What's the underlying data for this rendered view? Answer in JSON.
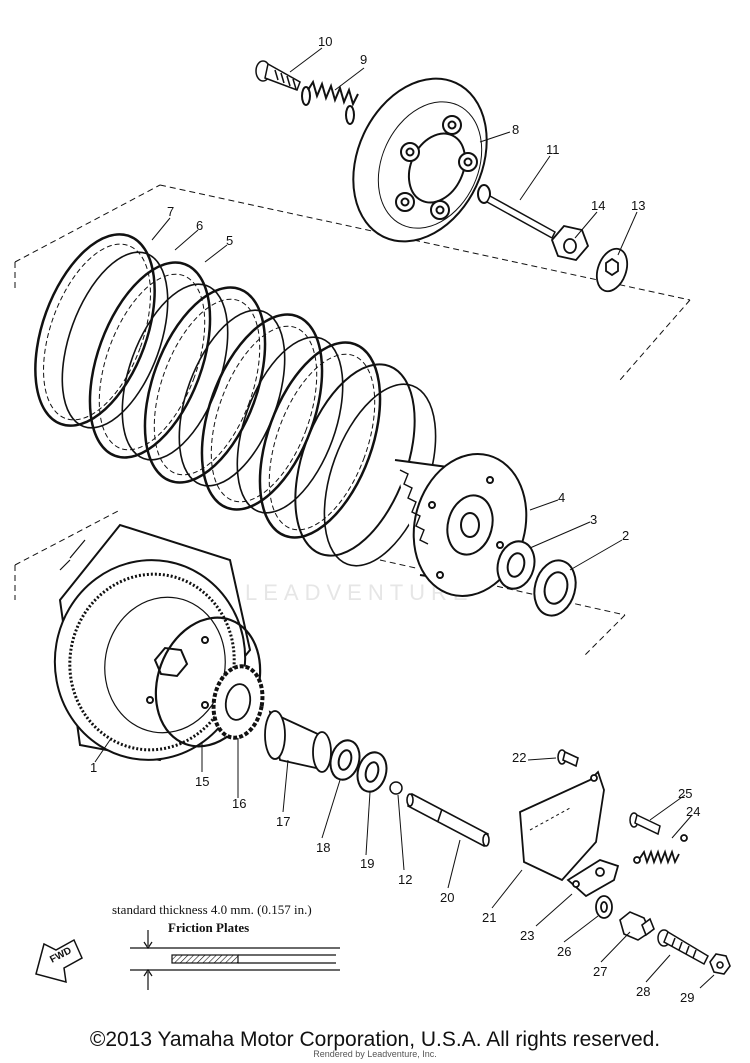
{
  "diagram": {
    "parts": [
      "1",
      "2",
      "3",
      "4",
      "5",
      "6",
      "7",
      "8",
      "9",
      "10",
      "11",
      "12",
      "13",
      "14",
      "15",
      "16",
      "17",
      "18",
      "19",
      "20",
      "21",
      "22",
      "23",
      "24",
      "25",
      "26",
      "27",
      "28",
      "29"
    ],
    "note_thickness": "standard thickness 4.0 mm. (0.157 in.)",
    "note_plates": "Friction Plates",
    "fwd_label": "FWD",
    "watermark": "LEADVENTURE"
  },
  "footer": {
    "copyright": "©2013 Yamaha Motor Corporation, U.S.A. All rights reserved.",
    "rendered_by": "Rendered by Leadventure, Inc."
  }
}
